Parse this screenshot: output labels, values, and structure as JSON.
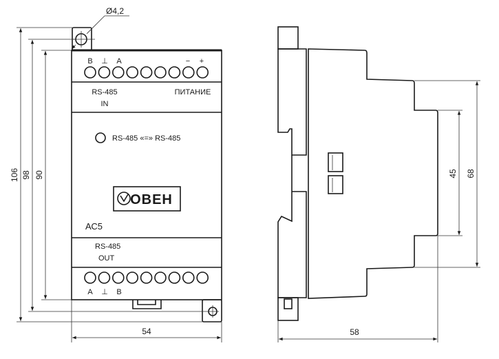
{
  "front_view": {
    "hole_diameter": "Ø4,2",
    "top_terminal_labels": {
      "b": "B",
      "gnd": "⊥",
      "a": "A",
      "minus": "−",
      "plus": "+"
    },
    "input_label": {
      "line1": "RS-485",
      "line2": "IN"
    },
    "power_label": "ПИТАНИЕ",
    "indicator_label": "RS-485 «=» RS-485",
    "logo_text": "ОВЕН",
    "model": "АС5",
    "output_label": {
      "line1": "RS-485",
      "line2": "OUT"
    },
    "bottom_terminal_labels": {
      "a": "A",
      "gnd": "⊥",
      "b": "B"
    },
    "dimensions": {
      "width": "54",
      "height_total": "106",
      "height_holes": "98",
      "height_body": "90"
    }
  },
  "side_view": {
    "dimensions": {
      "depth": "58",
      "step_outer": "68",
      "step_inner": "45"
    }
  }
}
